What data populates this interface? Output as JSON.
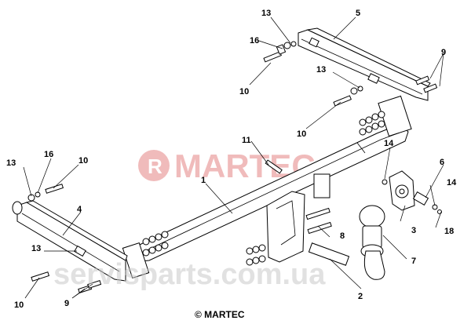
{
  "watermark": {
    "brand": "MARTEC",
    "site": "servisparts.com.ua",
    "brand_color": "#d94b4b",
    "site_color": "#b8b8b8"
  },
  "copyright": "© MARTEC",
  "callouts": [
    "13",
    "16",
    "10",
    "5",
    "9",
    "13",
    "10",
    "11",
    "14",
    "6",
    "14",
    "1",
    "3",
    "18",
    "13",
    "16",
    "10",
    "4",
    "8",
    "7",
    "13",
    "10",
    "9",
    "2"
  ]
}
